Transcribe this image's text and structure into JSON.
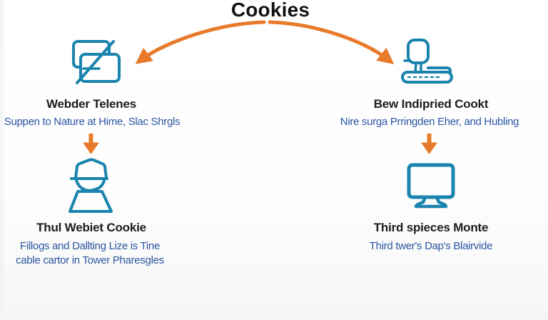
{
  "title": "Cookies",
  "colors": {
    "accent_orange": "#E87B2B",
    "icon_teal": "#1A84AE",
    "subtitle_blue": "#2B55A0",
    "heading_dark": "#1B1B1B",
    "background": "#FFFFFF"
  },
  "icons": {
    "top_left": "overlapping-cards-icon",
    "top_right": "person-at-laptop-icon",
    "bottom_left": "person-icon",
    "bottom_right": "monitor-icon",
    "connectors": [
      "curved-arrow-left",
      "curved-arrow-right",
      "down-arrow-left",
      "down-arrow-right"
    ]
  },
  "branches": {
    "left": {
      "top": {
        "heading": "Webder Telenes",
        "subtitle": "Suppen to Nature at Hime, Slac Shrgls"
      },
      "bottom": {
        "heading": "Thul Webiet Cookie",
        "subtitle_line1": "Fillogs and Dallting Lize is Tine",
        "subtitle_line2": "cable cartor in Tower Pharesgles"
      }
    },
    "right": {
      "top": {
        "heading": "Bew Indipried Cookt",
        "subtitle": "Nire surga Prringden Eher, and Hubling"
      },
      "bottom": {
        "heading": "Third spieces Monte",
        "subtitle": "Third twer's Dap's Blairvide"
      }
    }
  }
}
